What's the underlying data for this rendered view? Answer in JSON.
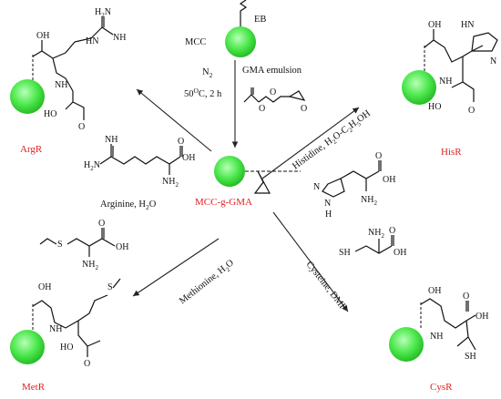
{
  "colors": {
    "sphere": "#4ee84e",
    "product_label": "#e02020"
  },
  "center": {
    "label": "MCC-g-GMA",
    "top_label": "MCC",
    "eb": "EB",
    "n2": "N",
    "n2_sub": "2",
    "temp": "50",
    "temp_sup": "O",
    "temp_unit": "C,  2 h",
    "emulsion": "GMA emulsion"
  },
  "products": {
    "argr": "ArgR",
    "hisr": "HisR",
    "metr": "MetR",
    "cysr": "CysR"
  },
  "reagents": {
    "arginine": "Arginine, H",
    "arginine_sub": "2",
    "arginine_end": "O",
    "histidine": "Histidine, H",
    "histidine_sub1": "2",
    "histidine_mid": "O-C",
    "histidine_sub2": "2",
    "histidine_mid2": "H",
    "histidine_sub3": "5",
    "histidine_end": "OH",
    "methionine": "Methionine, H",
    "methionine_sub": "2",
    "methionine_end": "O",
    "cysteine": "Cysteine, DMF"
  },
  "atoms": {
    "oh": "OH",
    "h2n": "H",
    "h2n_sub": "2",
    "h2n_end": "N",
    "nh2": "NH",
    "nh2_sub": "2",
    "nh": "NH",
    "hn": "HN",
    "n": "N",
    "h": "H",
    "s": "S",
    "sh": "SH",
    "ho": "HO",
    "o": "O"
  }
}
